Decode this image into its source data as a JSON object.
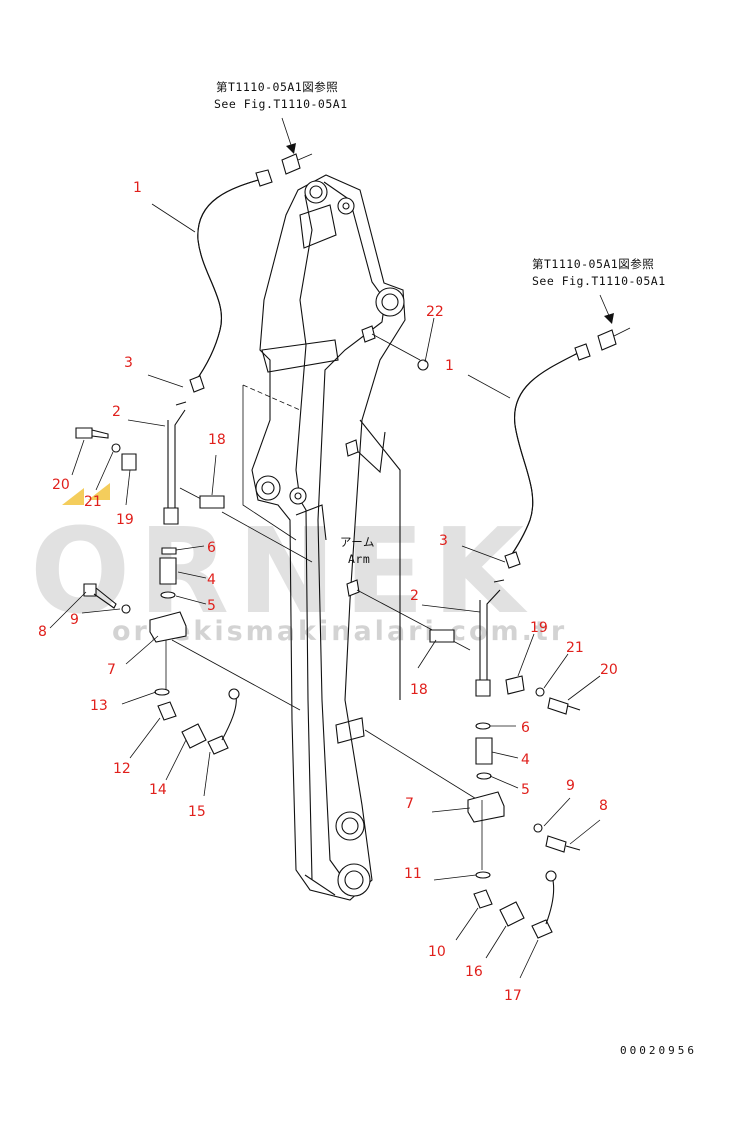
{
  "references": {
    "top": {
      "jp": "第T1110-05A1図参照",
      "en": "See Fig.T1110-05A1"
    },
    "right": {
      "jp": "第T1110-05A1図参照",
      "en": "See Fig.T1110-05A1"
    }
  },
  "arm_label": {
    "jp": "アーム",
    "en": "Arm"
  },
  "watermark": {
    "brand": "ORNEK",
    "site": "ornekismakinalari.com.tr"
  },
  "drawing_code": "00020956",
  "part_numbers": {
    "left": {
      "hose": "1",
      "tube": "2",
      "oring_top": "3",
      "nipple": "4",
      "oring_5": "5",
      "oring_6": "6",
      "block": "7",
      "bolt": "8",
      "washer": "9",
      "oring_13": "13",
      "elbow": "12",
      "plug": "14",
      "cap": "15",
      "clamp": "18",
      "plate": "19",
      "bolt_20": "20",
      "washer_21": "21"
    },
    "right": {
      "hose": "1",
      "tube": "2",
      "oring_top": "3",
      "nipple": "4",
      "oring_5": "5",
      "oring_6": "6",
      "block": "7",
      "bolt": "8",
      "washer": "9",
      "oring_11": "11",
      "elbow": "10",
      "plug": "16",
      "cap": "17",
      "clamp": "18",
      "plate": "19",
      "bolt_20": "20",
      "washer_21": "21",
      "bolt_22": "22"
    }
  },
  "colors": {
    "callout": "#e0201c",
    "line": "#111111",
    "watermark": "#c9c9c9",
    "accent": "#f3c84a"
  }
}
